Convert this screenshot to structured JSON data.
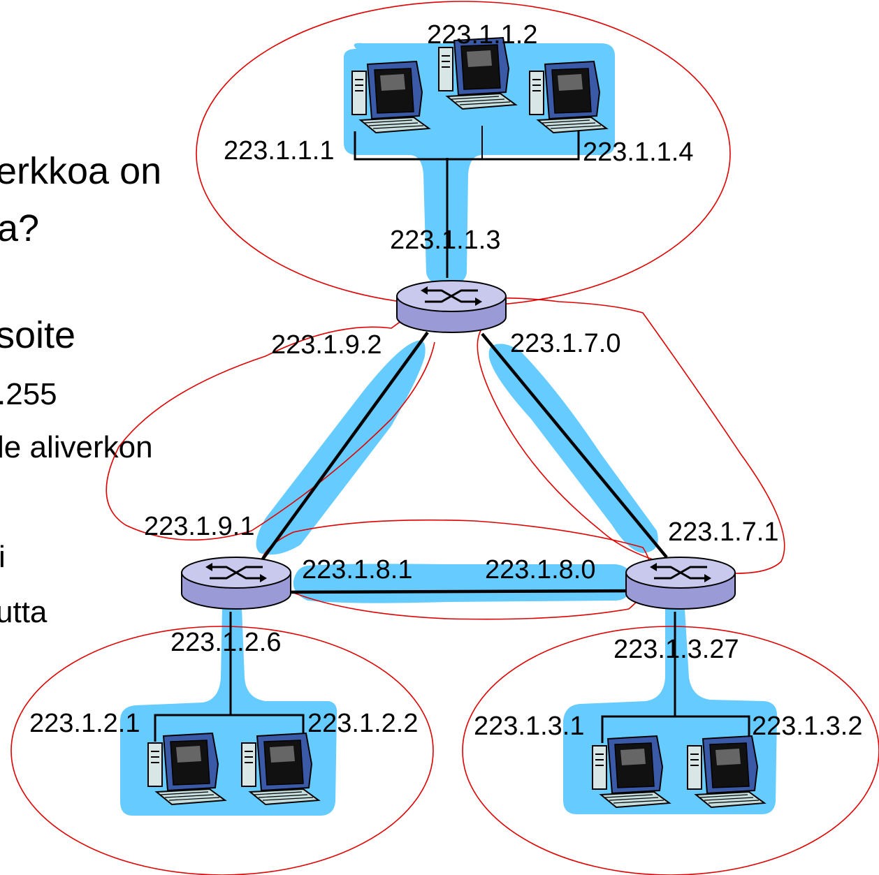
{
  "slide_text": {
    "line1": "erkkoa on",
    "line2": "a?",
    "line3": "soite",
    "line4": ".255",
    "line5": "le aliverkon",
    "line6": "i",
    "line7": "utta"
  },
  "labels": {
    "h_1_2": "223.1.1.2",
    "h_1_1": "223.1.1.1",
    "h_1_4": "223.1.1.4",
    "r_1_3": "223.1.1.3",
    "r_9_2": "223.1.9.2",
    "r_7_0": "223.1.7.0",
    "r_9_1": "223.1.9.1",
    "r_7_1": "223.1.7.1",
    "r_8_1": "223.1.8.1",
    "r_8_0": "223.1.8.0",
    "r_2_6": "223.1.2.6",
    "r_3_27": "223.1.3.27",
    "h_2_1": "223.1.2.1",
    "h_2_2": "223.1.2.2",
    "h_3_1": "223.1.3.1",
    "h_3_2": "223.1.3.2"
  },
  "colors": {
    "subnet_fill": "#66ccff",
    "subnet_outline": "#e00000",
    "router_top": "#c9c9ee",
    "router_side": "#9a9ad6",
    "link": "#000000"
  }
}
